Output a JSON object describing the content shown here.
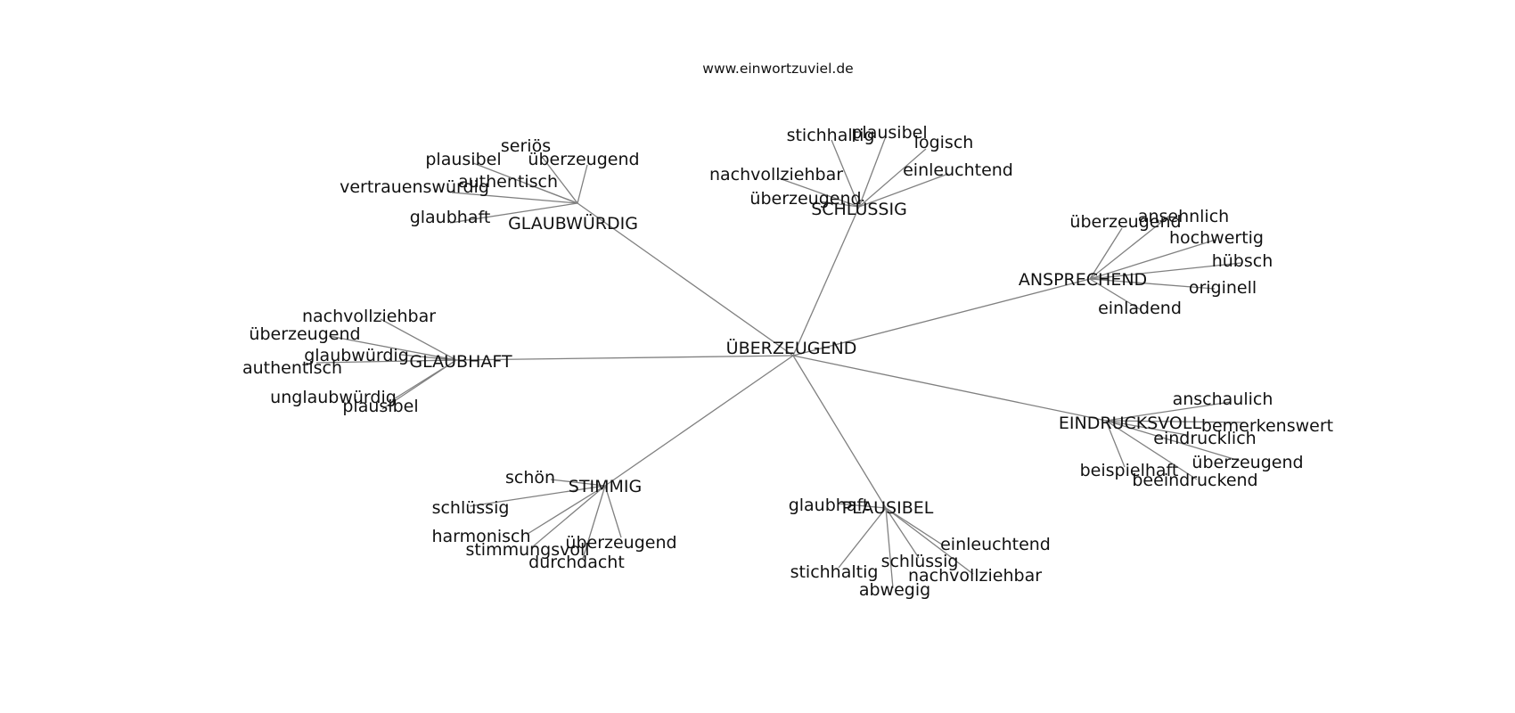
{
  "title": "www.einwortzuviel.de",
  "center": "ÜBERZEUGEND",
  "clusters": [
    {
      "name": "GLAUBWÜRDIG",
      "words": [
        "seriös",
        "plausibel",
        "überzeugend",
        "authentisch",
        "vertrauenswürdig",
        "glaubhaft"
      ]
    },
    {
      "name": "SCHLÜSSIG",
      "words": [
        "stichhaltig",
        "plausibel",
        "logisch",
        "nachvollziehbar",
        "einleuchtend",
        "überzeugend"
      ]
    },
    {
      "name": "ANSPRECHEND",
      "words": [
        "überzeugend",
        "ansehnlich",
        "hochwertig",
        "hübsch",
        "originell",
        "einladend"
      ]
    },
    {
      "name": "GLAUBHAFT",
      "words": [
        "nachvollziehbar",
        "überzeugend",
        "glaubwürdig",
        "authentisch",
        "unglaubwürdig",
        "plausibel"
      ]
    },
    {
      "name": "EINDRUCKSVOLL",
      "words": [
        "anschaulich",
        "bemerkenswert",
        "eindrucklich",
        "überzeugend",
        "beispielhaft",
        "beeindruckend"
      ]
    },
    {
      "name": "STIMMIG",
      "words": [
        "schön",
        "schlüssig",
        "harmonisch",
        "überzeugend",
        "stimmungsvoll",
        "durchdacht"
      ]
    },
    {
      "name": "PLAUSIBEL",
      "words": [
        "glaubhaft",
        "einleuchtend",
        "schlüssig",
        "nachvollziehbar",
        "stichhaltig",
        "abwegig"
      ]
    }
  ],
  "colors": {
    "edge": "#808080",
    "text": "#111111",
    "background": "#ffffff"
  }
}
